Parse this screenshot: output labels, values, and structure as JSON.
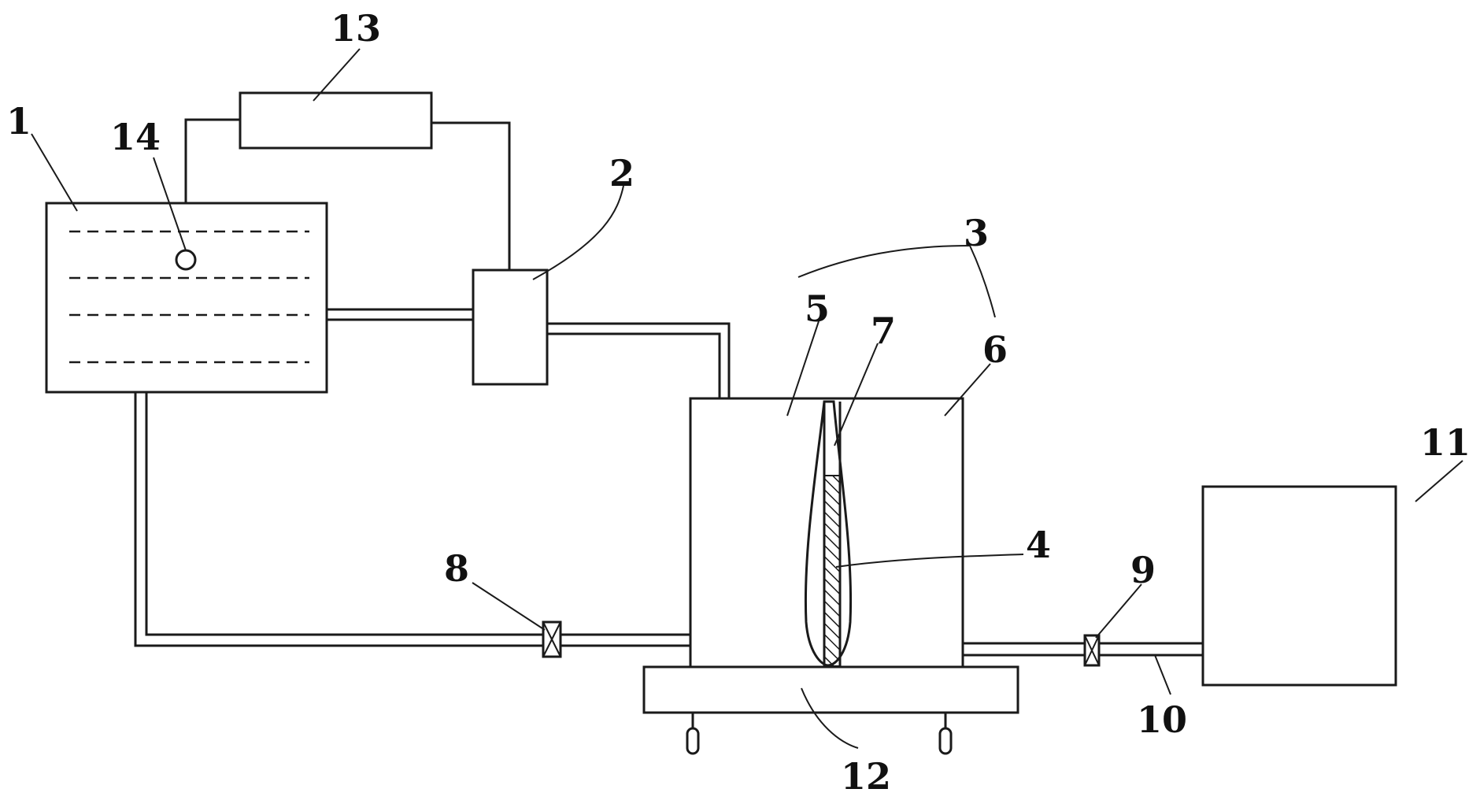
{
  "diagram": {
    "labels": {
      "reservoir": "1",
      "pump": "2",
      "mold_assembly": "3",
      "workpiece": "4",
      "left_half": "5",
      "right_half": "6",
      "core": "7",
      "inlet_valve": "8",
      "outlet_valve": "9",
      "outlet_pipe": "10",
      "collector": "11",
      "heating_plate": "12",
      "controller": "13",
      "sensor": "14"
    }
  }
}
